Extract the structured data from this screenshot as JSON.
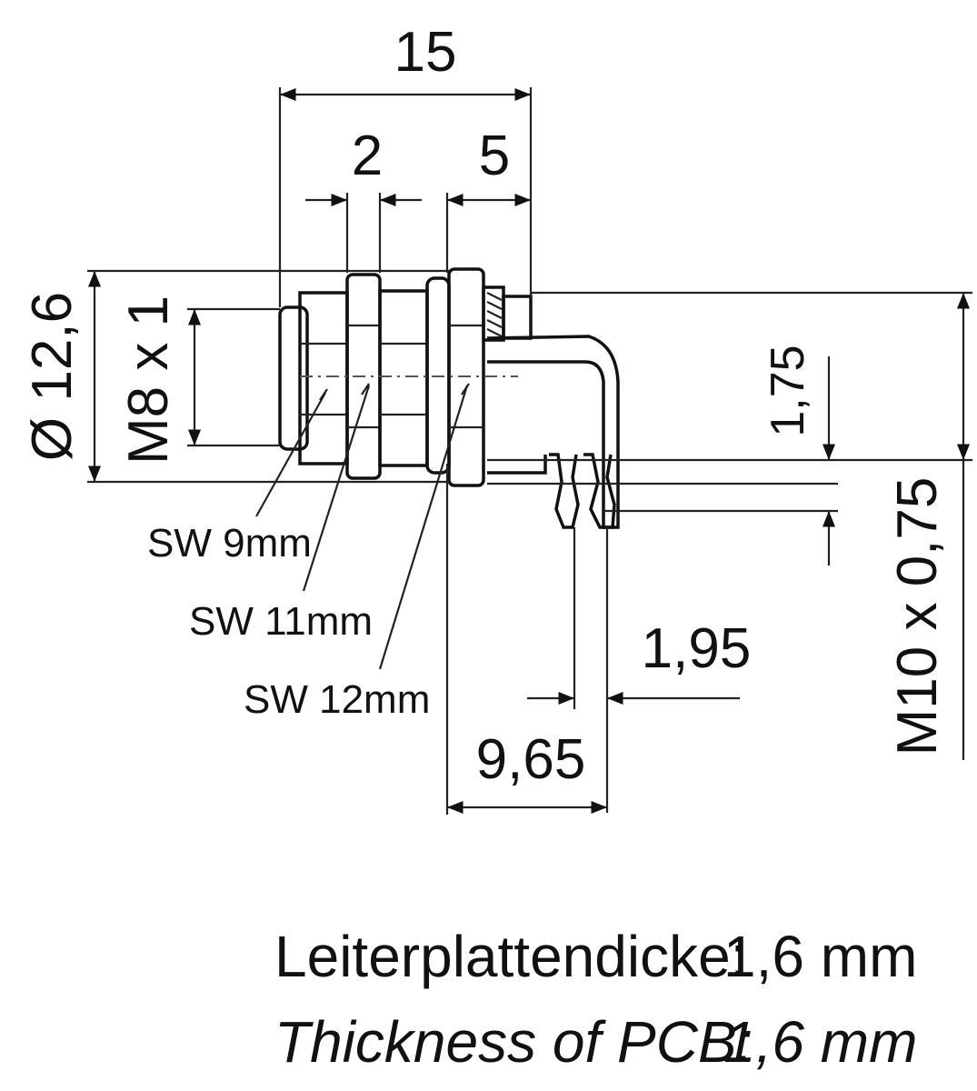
{
  "dimensions": {
    "overall_length": "15",
    "nut_width": "2",
    "thread_length": "5",
    "outer_diameter": "Ø 12,6",
    "thread_m8": "M8 x 1",
    "pin_offset": "1,75",
    "thread_m10": "M10 x 0,75",
    "pin_pitch": "1,95",
    "pin_depth": "9,65"
  },
  "wrench_sizes": {
    "sw9": "SW 9mm",
    "sw11": "SW 11mm",
    "sw12": "SW 12mm"
  },
  "notes": {
    "de_label": "Leiterplattendicke:",
    "de_value": "1,6 mm",
    "en_label": "Thickness of PCB:",
    "en_value": "1,6 mm"
  }
}
